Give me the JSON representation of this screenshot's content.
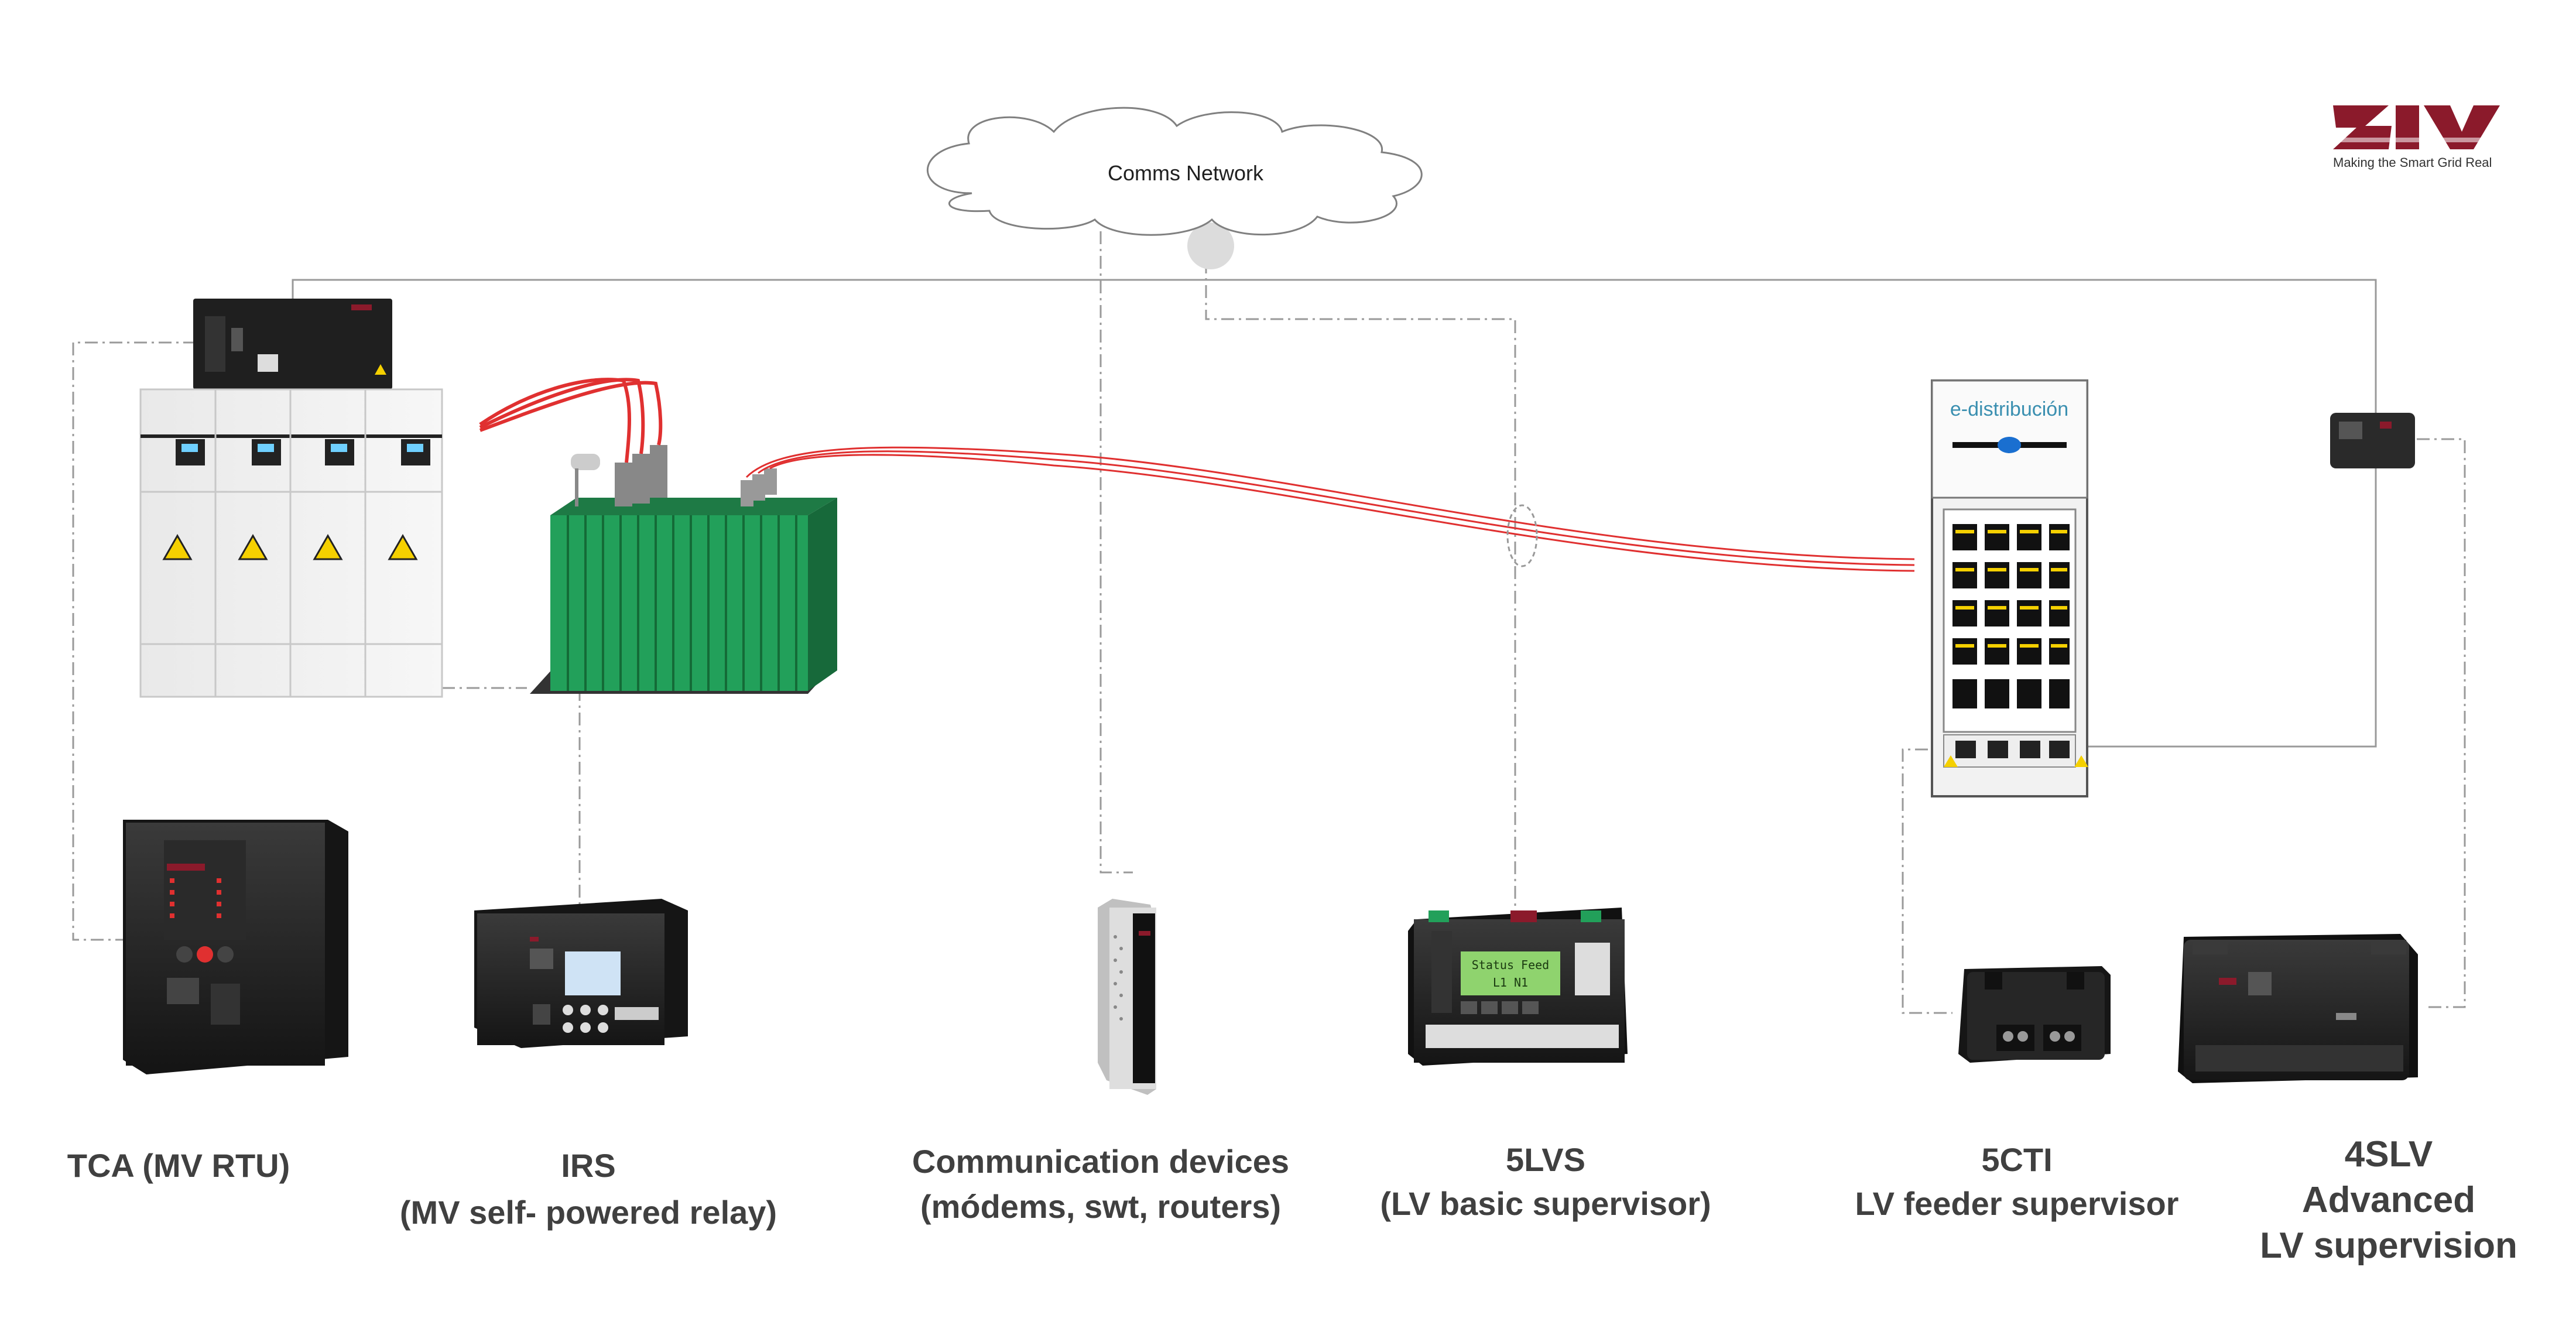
{
  "network": {
    "label": "Comms Network"
  },
  "logo": {
    "brand": "ZIV",
    "tagline": "Making the Smart Grid Real"
  },
  "cabinet": {
    "brand": "e-distribución"
  },
  "devices": [
    {
      "lines": [
        "TCA (MV RTU)"
      ]
    },
    {
      "lines": [
        "IRS",
        "(MV self- powered relay)"
      ]
    },
    {
      "lines": [
        "Communication devices",
        "(módems, swt, routers)"
      ]
    },
    {
      "lines": [
        "5LVS",
        "(LV basic supervisor)"
      ]
    },
    {
      "lines": [
        "5CTI",
        "LV feeder supervisor"
      ]
    },
    {
      "lines": [
        "4SLV",
        "Advanced",
        "LV supervision"
      ]
    }
  ],
  "screens": {
    "lvs_line1": "Status Feed",
    "lvs_line2": "L1 N1"
  },
  "colors": {
    "accent": "#8b1a2b",
    "transformer": "#22a05a",
    "cable": "#e03030",
    "link": "#9a9a9a"
  }
}
